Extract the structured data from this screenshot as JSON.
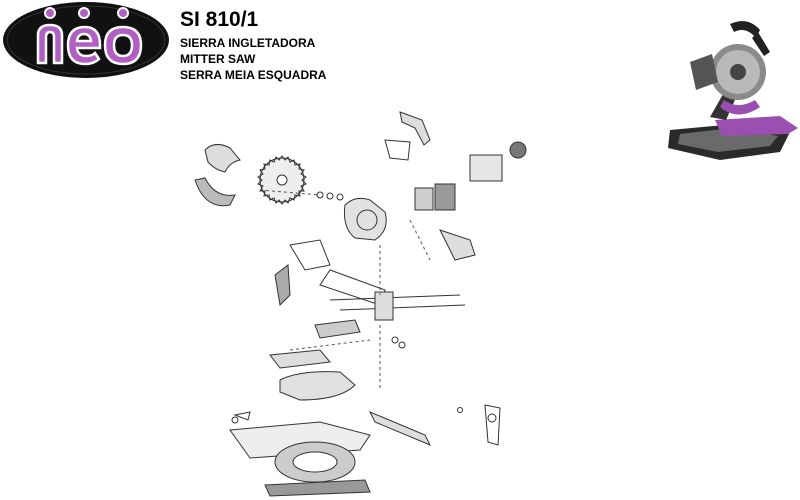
{
  "brand": {
    "logo_text": "nèo"
  },
  "header": {
    "model": "SI 810/1",
    "lines": [
      "SIERRA INGLETADORA",
      "MITTER SAW",
      "SERRA MEIA ESQUADRA"
    ]
  },
  "colors": {
    "logo_bg": "#111111",
    "logo_text": "#b15fc4",
    "accent": "#9b4fb0"
  },
  "icons": {
    "diagram": "exploded-view-diagram",
    "product": "miter-saw-photo"
  }
}
